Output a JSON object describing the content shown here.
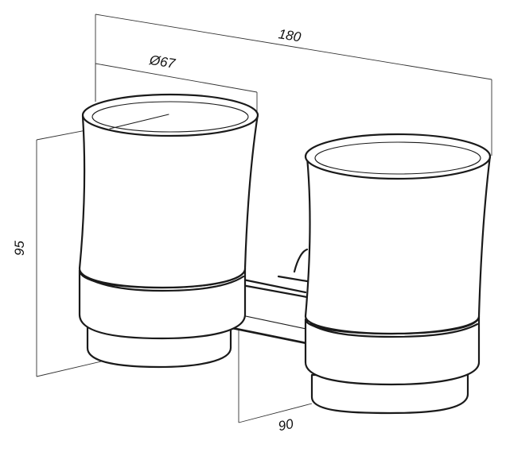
{
  "drawing": {
    "dimensions": {
      "total_width": "180",
      "cup_diameter": "Ø67",
      "height": "95",
      "projection": "90"
    }
  }
}
